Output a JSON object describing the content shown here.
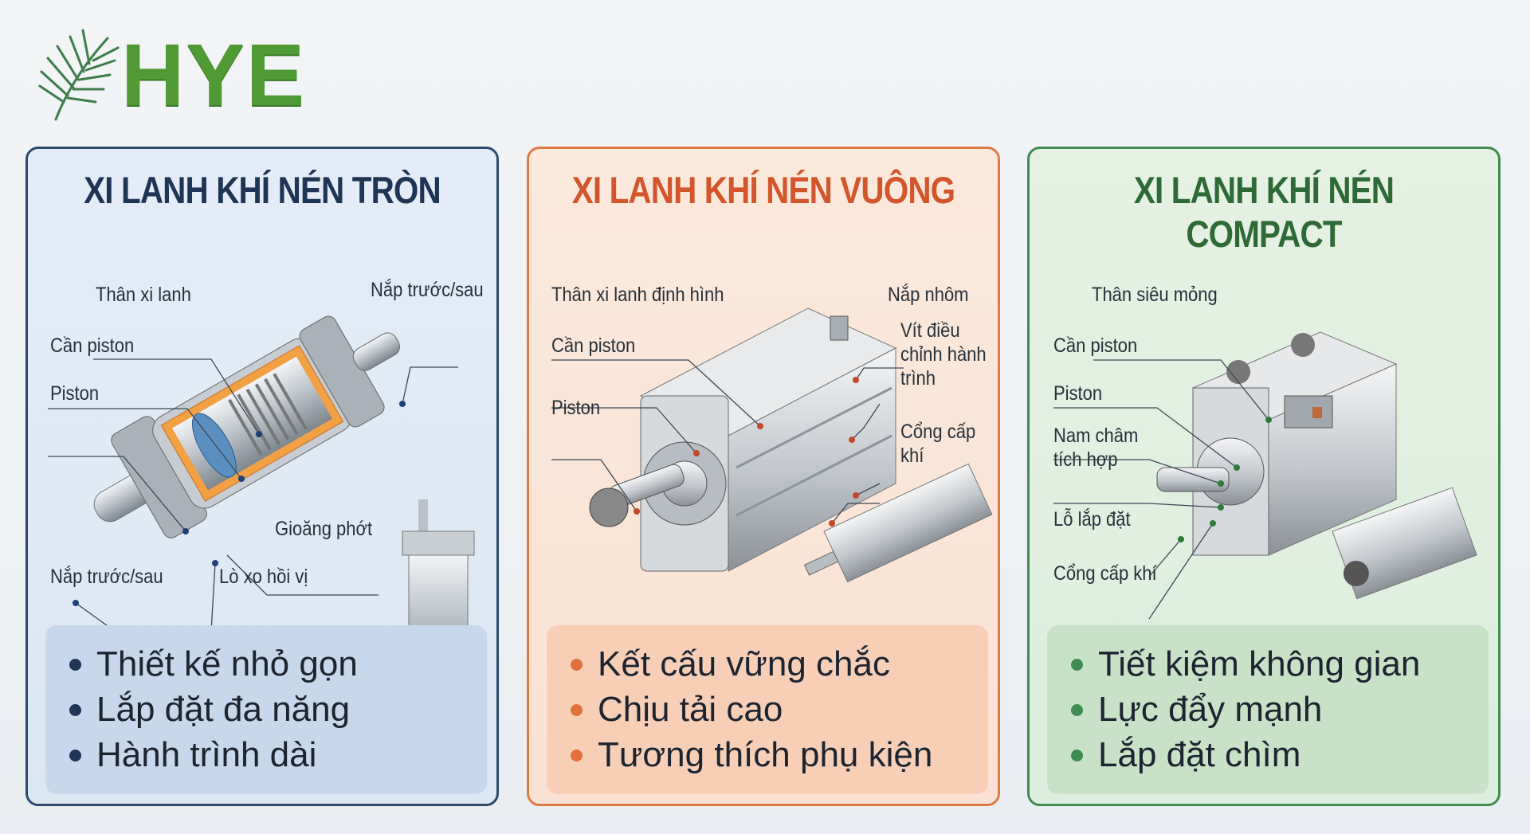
{
  "logo": {
    "text": "HYE",
    "color": "#4f9a35"
  },
  "panels": [
    {
      "title": "XI LANH KHÍ NÉN TRÒN",
      "accent": "#1f3556",
      "labels": {
        "body": "Thân xi lanh",
        "cap_top": "Nắp trước/sau",
        "rod": "Cần piston",
        "piston": "Piston",
        "seal": "Gioăng phớt",
        "cap_bottom": "Nắp trước/sau",
        "spring": "Lò xo hồi vị"
      },
      "bullets": [
        "Thiết kế nhỏ gọn",
        "Lắp đặt đa năng",
        "Hành trình dài"
      ]
    },
    {
      "title": "XI LANH KHÍ NÉN VUÔNG",
      "accent": "#d2552b",
      "labels": {
        "body": "Thân xi lanh định hình",
        "cap": "Nắp nhôm",
        "rod": "Cần piston",
        "screw": "Vít điều chỉnh hành trình",
        "piston": "Piston",
        "port": "Cổng cấp khí"
      },
      "bullets": [
        "Kết cấu vững chắc",
        "Chịu tải cao",
        "Tương thích phụ kiện"
      ]
    },
    {
      "title": "XI LANH KHÍ NÉN COMPACT",
      "accent": "#2e6a35",
      "labels": {
        "body": "Thân siêu mỏng",
        "rod": "Cần piston",
        "piston": "Piston",
        "magnet": "Nam châm tích hợp",
        "mount": "Lỗ lắp đặt",
        "port": "Cổng cấp khí"
      },
      "bullets": [
        "Tiết kiệm không gian",
        "Lực đẩy mạnh",
        "Lắp đặt chìm"
      ]
    }
  ]
}
